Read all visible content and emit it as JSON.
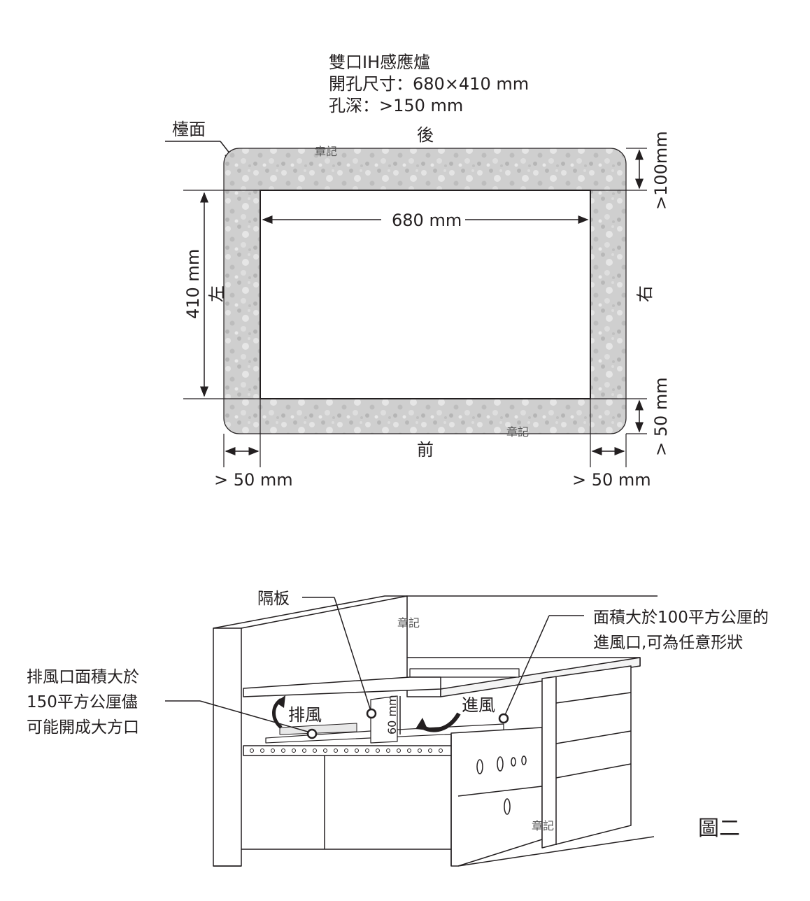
{
  "top_diagram": {
    "title": "雙口IH感應爐",
    "cutout_size": "開孔尺寸：680×410 mm",
    "cutout_depth": "孔深：>150 mm",
    "counter_label": "檯面",
    "back_label": "後",
    "front_label": "前",
    "left_label": "左",
    "right_label": "右",
    "width_dim": "680 mm",
    "height_dim": "410 mm",
    "back_clearance": ">100mm",
    "front_clearance": "> 50 mm",
    "left_clearance": "> 50 mm",
    "right_clearance": "> 50 mm"
  },
  "bottom_diagram": {
    "partition_label": "隔板",
    "intake_note_line1": "面積大於100平方公厘的",
    "intake_note_line2": "進風口,可為任意形狀",
    "exhaust_note_line1": "排風口面積大於",
    "exhaust_note_line2": "150平方公厘儘",
    "exhaust_note_line3": "可能開成大方口",
    "exhaust_label": "排風",
    "intake_label": "進風",
    "gap_dim": "60 mm",
    "figure_label": "圖二"
  },
  "watermarks": [
    "章記",
    "章記",
    "章記",
    "章記"
  ],
  "colors": {
    "ink": "#231f20",
    "granite": "#c9c9c9"
  }
}
